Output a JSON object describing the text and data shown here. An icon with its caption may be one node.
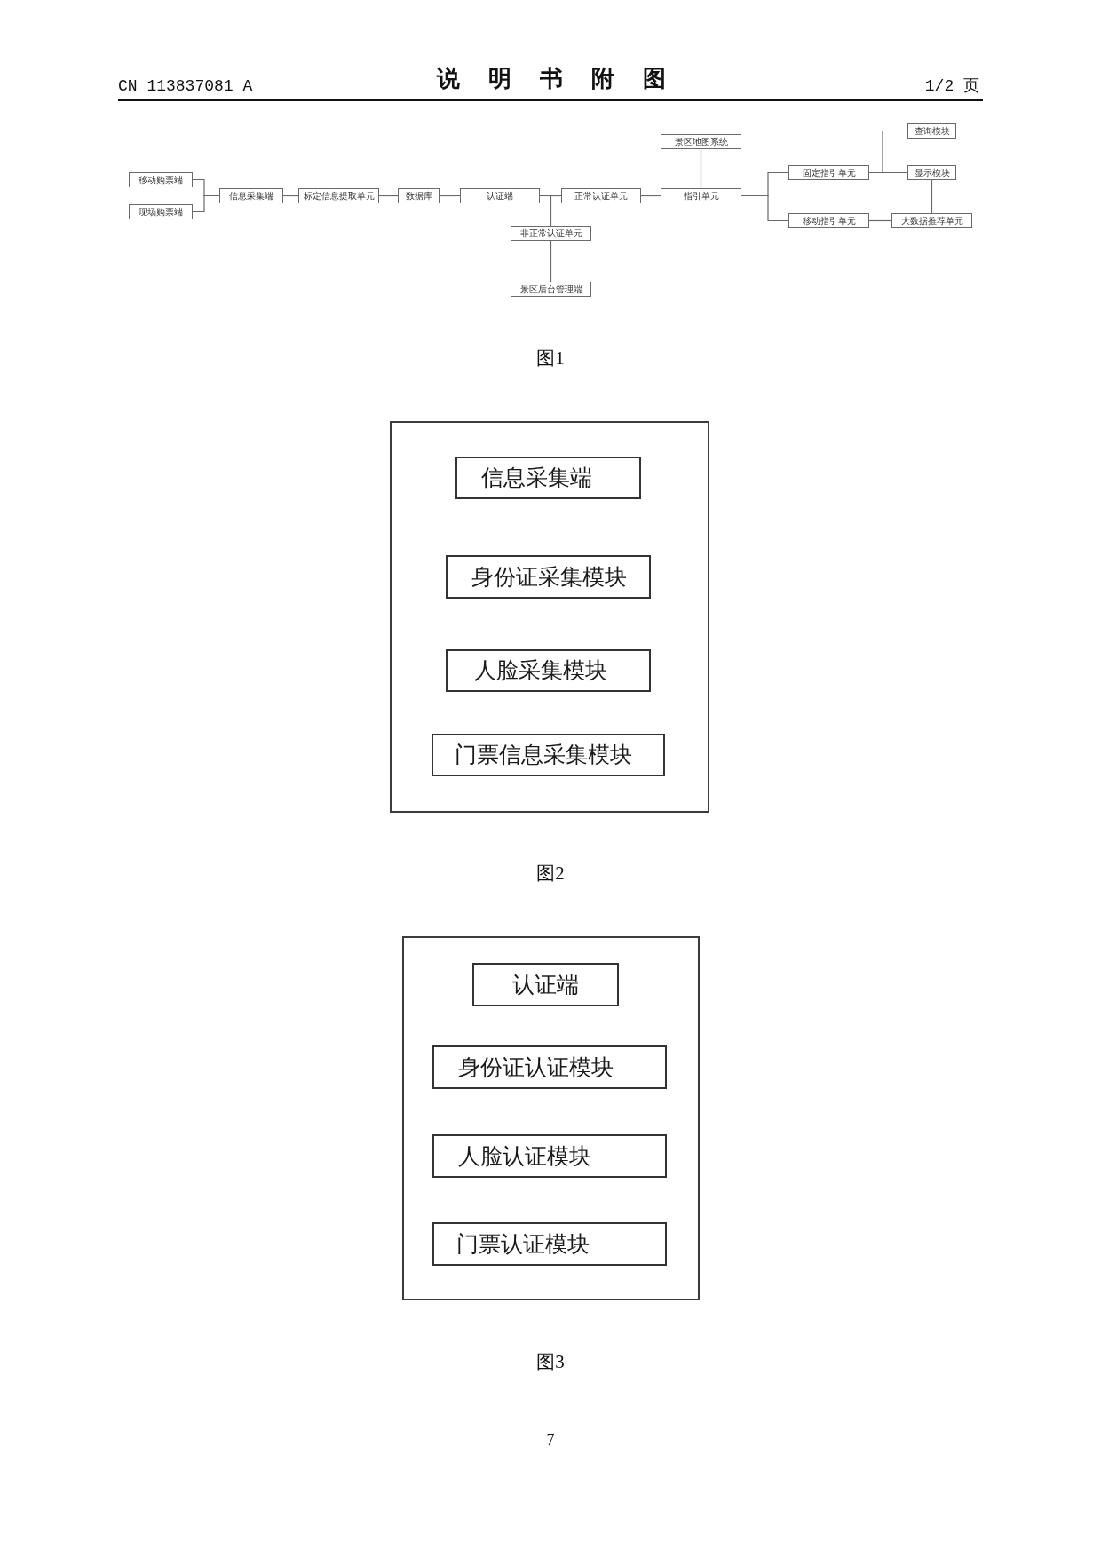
{
  "diagram": {
    "title": "说明书附图",
    "nodes": [
      {
        "text": [
          "移动购票端"
        ]
      },
      {
        "text": [
          "现场购票端"
        ]
      },
      {
        "text": [
          "信息采集端"
        ]
      },
      {
        "text": [
          "标定信息提取单元"
        ]
      },
      {
        "text": [
          "数据库"
        ]
      },
      {
        "text": [
          "认证端"
        ]
      },
      {
        "text": [
          "正常认证单元"
        ]
      },
      {
        "text": [
          "非正常认证单元"
        ]
      },
      {
        "text": [
          "景区后台管理端"
        ]
      },
      {
        "text": [
          "景区地图系统"
        ]
      },
      {
        "text": [
          "指引单元"
        ]
      },
      {
        "text": [
          "固定指引单元"
        ]
      },
      {
        "text": [
          "移动指引单元"
        ]
      },
      {
        "text": [
          "查询模块"
        ]
      },
      {
        "text": [
          "显示模块"
        ]
      },
      {
        "text": [
          "大数据推荐单元"
        ]
      },
      {
        "text": [],
        "shape": "box"
      },
      {
        "text": [
          "信息采集端"
        ],
        "in": 16
      },
      {
        "text": [
          "身份证采集模块"
        ],
        "in": 16
      },
      {
        "text": [
          "人脸采集模块"
        ],
        "in": 16
      },
      {
        "text": [
          "门票信息采集模块"
        ],
        "in": 16
      },
      {
        "text": [],
        "shape": "box"
      },
      {
        "text": [
          "认证端"
        ],
        "in": 21
      },
      {
        "text": [
          "身份证认证模块"
        ],
        "in": 21
      },
      {
        "text": [
          "人脸认证模块"
        ],
        "in": 21
      },
      {
        "text": [
          "门票认证模块"
        ],
        "in": 21
      }
    ],
    "edges": [
      {
        "from": 0,
        "to": 2,
        "arrow": "none"
      },
      {
        "from": 1,
        "to": 2,
        "arrow": "none"
      },
      {
        "from": 2,
        "to": 3,
        "arrow": "none"
      },
      {
        "from": 3,
        "to": 4,
        "arrow": "none"
      },
      {
        "from": 4,
        "to": 5,
        "arrow": "none"
      },
      {
        "from": 5,
        "to": 6,
        "arrow": "none"
      },
      {
        "from": 5,
        "to": 7,
        "arrow": "none"
      },
      {
        "from": 7,
        "to": 8,
        "arrow": "none"
      },
      {
        "from": 6,
        "to": 10,
        "arrow": "none"
      },
      {
        "from": 9,
        "to": 10,
        "arrow": "none"
      },
      {
        "from": 10,
        "to": 11,
        "arrow": "none"
      },
      {
        "from": 10,
        "to": 12,
        "arrow": "none"
      },
      {
        "from": 11,
        "to": 13,
        "arrow": "none"
      },
      {
        "from": 11,
        "to": 14,
        "arrow": "none"
      },
      {
        "from": 14,
        "to": 15,
        "arrow": "none"
      },
      {
        "from": 12,
        "to": 15,
        "arrow": "none"
      }
    ],
    "labels": [
      "CN 113837081 A",
      "1/2 页",
      "图1",
      "图2",
      "图3",
      "7"
    ]
  }
}
